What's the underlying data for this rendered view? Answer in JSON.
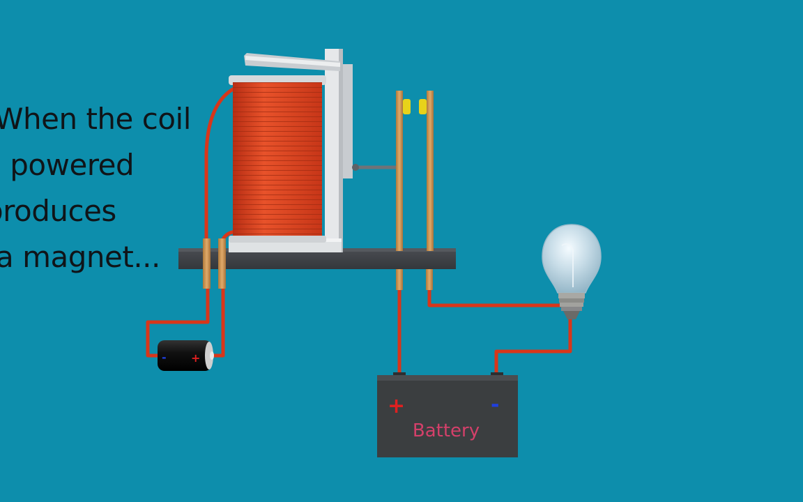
{
  "caption": {
    "lines": [
      "When the coil",
      "s powered",
      "produces",
      "a magnet..."
    ]
  },
  "battery": {
    "label": "Battery",
    "plus_symbol": "+",
    "minus_symbol": "-"
  },
  "cell": {
    "plus_symbol": "+",
    "minus_symbol": "-"
  },
  "colors": {
    "background": "#0d8eac",
    "wire": "#d8361a",
    "coil": "#e2431f",
    "base": "#3a3d42",
    "battery_body": "#3b3e40",
    "battery_label": "#d4406a",
    "plus": "#e02020",
    "minus": "#1f3fe0",
    "contact": "#e8d21a"
  },
  "icons": [
    "relay-coil-icon",
    "armature-icon",
    "lightbulb-icon",
    "battery-icon",
    "cell-battery-icon"
  ]
}
